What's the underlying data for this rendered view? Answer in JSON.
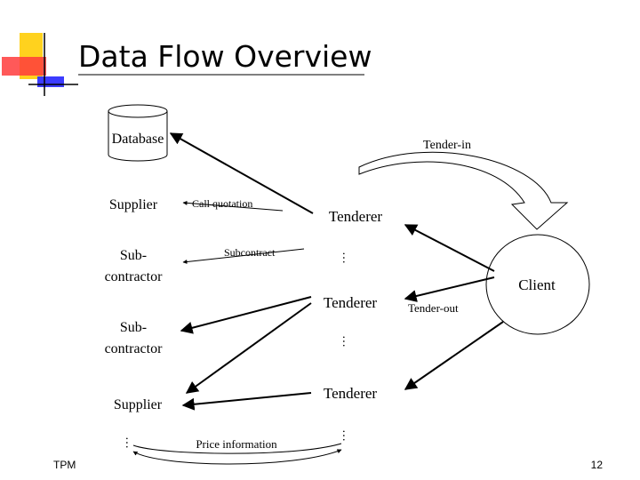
{
  "slide": {
    "title": "Data Flow Overview",
    "footer_left": "TPM",
    "page_number": "12"
  },
  "diagram": {
    "nodes": {
      "database": "Database",
      "supplier_top": "Supplier",
      "subcontractor_top": [
        "Sub-",
        "contractor"
      ],
      "subcontractor_mid": [
        "Sub-",
        "contractor"
      ],
      "supplier_bottom": "Supplier",
      "tenderer_1": "Tenderer",
      "tenderer_2": "Tenderer",
      "tenderer_3": "Tenderer",
      "client": "Client"
    },
    "edge_labels": {
      "tender_in": "Tender-in",
      "call_quotation": "Call quotation",
      "subcontract": "Subcontract",
      "tender_out": "Tender-out",
      "price_information": "Price information"
    },
    "ellipsis": "…"
  },
  "colors": {
    "accent_yellow": "#ffd21e",
    "accent_red": "#ff3c3c",
    "accent_blue": "#3c3cff",
    "rule": "#000000"
  }
}
